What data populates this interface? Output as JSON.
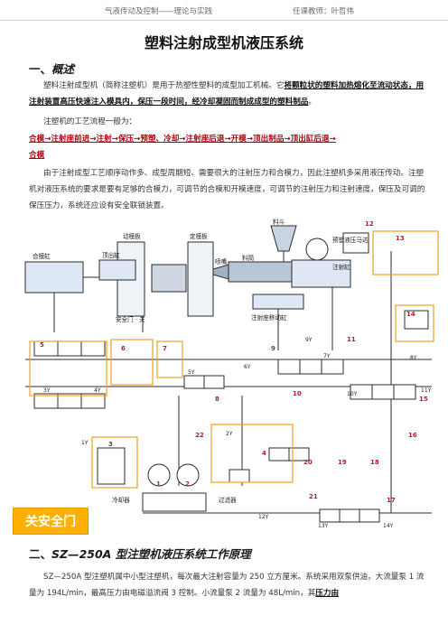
{
  "header": {
    "left": "气液传动及控制——理论与实践",
    "right": "任课教师：叶哲伟"
  },
  "title": "塑料注射成型机液压系统",
  "section1": {
    "heading_num": "一、",
    "heading": "概述",
    "para1_plain": "塑料注射成型机（简称注塑机）是用于热塑性塑料的成型加工机械。它",
    "para1_ul1": "将颗粒状的塑料加热熔化",
    "para1_ul2": "至流动状态，用注射装置高压快速注入模具内，保压一段时间，经冷却凝固而制成成型的塑料制品",
    "para1_end": "。",
    "para2": "注塑机的工艺流程一般为：",
    "process_line1": "合模→注射座前进→注射→保压→预塑、冷却→注射座后退→开模→顶出制品→顶出缸后退→",
    "process_line2": "合模",
    "para3": "由于注射成型工艺顺序动作多、成型周期短、需要很大的注射压力和合模力，因此注塑机多采用液压传动。注塑机对液压系统的要求是要有足够的合模力，可调节的合模和开模速度，可调节的注射压力和注射速度，保压及可调的保压压力，系统还应设有安全联锁装置。"
  },
  "diagram": {
    "labels": {
      "clamp_cylinder": "合模缸",
      "moving_platen": "动模板",
      "fixed_platen": "定模板",
      "ejector_cylinder": "顶出缸",
      "hopper": "料斗",
      "nozzle": "喷嘴",
      "barrel": "料筒",
      "injection_cylinder": "注射缸",
      "injection_seat_cylinder": "注射座移动缸",
      "hydraulic_motor": "预塑液压马达",
      "safety_door": "安全门 · 关",
      "cooler": "冷却器",
      "filter": "过滤器",
      "num_1": "1",
      "num_2": "2",
      "num_3": "3",
      "num_4": "4",
      "num_5": "5",
      "num_6": "6",
      "num_7": "7",
      "num_8": "8",
      "num_9": "9",
      "num_10": "10",
      "num_11": "11",
      "num_12": "12",
      "num_13": "13",
      "num_14": "14",
      "num_15": "15",
      "num_16": "16",
      "num_17": "17",
      "num_18": "18",
      "num_19": "19",
      "num_20": "20",
      "num_21": "21",
      "num_22": "22",
      "sol_1y": "1Y",
      "sol_2y": "2Y",
      "sol_3y": "3Y",
      "sol_4y": "4Y",
      "sol_5y": "5Y",
      "sol_6y": "6Y",
      "sol_7y": "7Y",
      "sol_8y": "8Y",
      "sol_9y": "9Y",
      "sol_10y": "10Y",
      "sol_11y": "11Y",
      "sol_12y": "12Y",
      "sol_13y": "13Y",
      "sol_14y": "14Y"
    },
    "safety_banner": "关安全门",
    "colors": {
      "highlight_box": "#f0a020",
      "pipe": "#2b2b2b",
      "cylinder_fill": "#dfe9f6",
      "barrel_fill": "#b7c7d8"
    }
  },
  "section2": {
    "heading_num": "二、",
    "heading": "SZ—250A 型注塑机液压系统工作原理",
    "para_plain": "SZ—250A 型注塑机属中小型注塑机，每次最大注射容量为 250 立方厘米。系统采用双泵供油，大流量泵 1 流量为 194L/min，最高压力由电磁溢流阀 3 控制。小流量泵 2 流量为 48L/min，其",
    "para_ul": "压力由"
  }
}
